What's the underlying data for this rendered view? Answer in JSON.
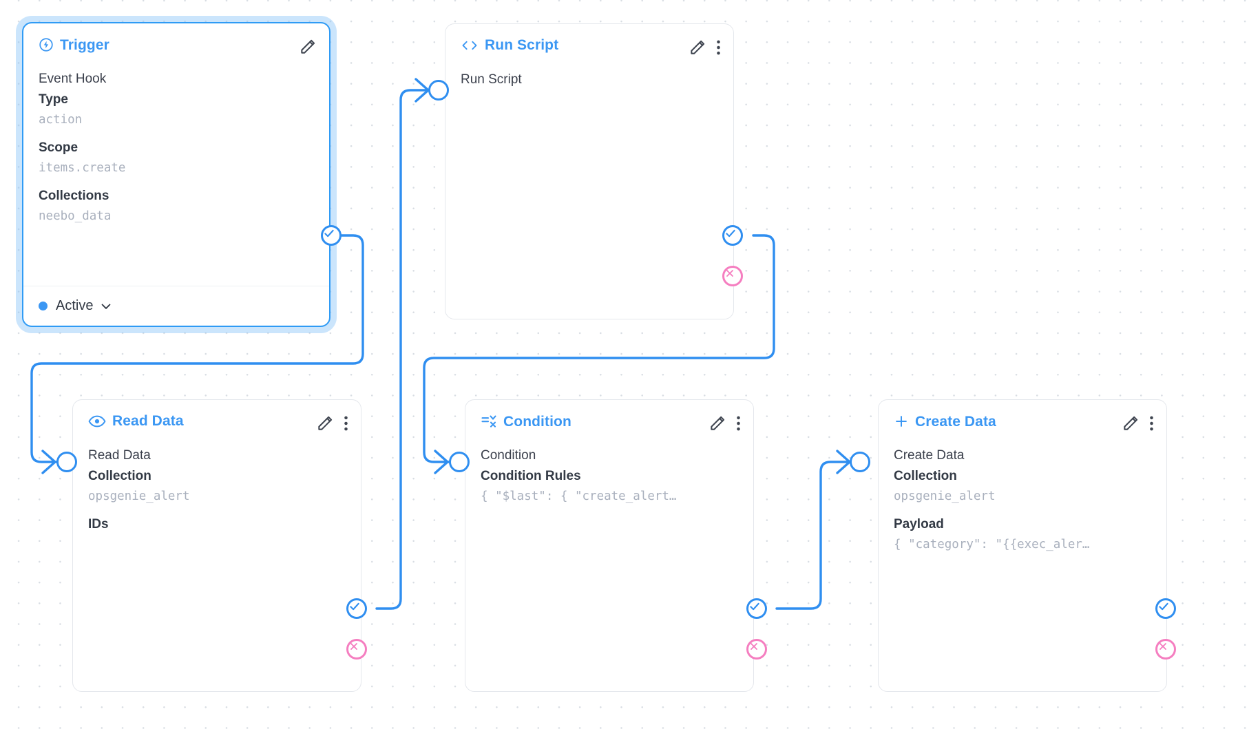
{
  "canvas": {
    "background_color": "#ffffff",
    "grid_dot_color": "#d8dde3",
    "accent_color": "#3b97f3",
    "success_handle_color": "#2f8ef0",
    "error_handle_color": "#f57ec0",
    "edge_color": "#2f8ef0",
    "muted_value_color": "#a9b0bd"
  },
  "nodes": [
    {
      "id": "trigger",
      "icon": "bolt-circle-icon",
      "title": "Trigger",
      "selected": true,
      "row_name": "Event Hook",
      "fields": [
        {
          "label": "Type",
          "value": "action"
        },
        {
          "label": "Scope",
          "value": "items.create"
        },
        {
          "label": "Collections",
          "value": "neebo_data"
        }
      ],
      "footer": {
        "status": "Active",
        "chevron": "chevron-down-icon"
      },
      "actions": [
        "pencil-icon"
      ]
    },
    {
      "id": "run-script",
      "icon": "code-brackets-icon",
      "title": "Run Script",
      "selected": false,
      "row_name": "Run Script",
      "fields": [],
      "actions": [
        "pencil-icon",
        "kebab-menu-icon"
      ]
    },
    {
      "id": "read-data",
      "icon": "eye-icon",
      "title": "Read Data",
      "selected": false,
      "row_name": "Read Data",
      "fields": [
        {
          "label": "Collection",
          "value": "opsgenie_alert"
        },
        {
          "label": "IDs",
          "value": ""
        }
      ],
      "actions": [
        "pencil-icon",
        "kebab-menu-icon"
      ]
    },
    {
      "id": "condition",
      "icon": "filter-condition-icon",
      "title": "Condition",
      "selected": false,
      "row_name": "Condition",
      "fields": [
        {
          "label": "Condition Rules",
          "value": "{ \"$last\": { \"create_alert…"
        }
      ],
      "actions": [
        "pencil-icon",
        "kebab-menu-icon"
      ]
    },
    {
      "id": "create-data",
      "icon": "plus-icon",
      "title": "Create Data",
      "selected": false,
      "row_name": "Create Data",
      "fields": [
        {
          "label": "Collection",
          "value": "opsgenie_alert"
        },
        {
          "label": "Payload",
          "value": "{ \"category\": \"{{exec_aler…"
        }
      ],
      "actions": [
        "pencil-icon",
        "kebab-menu-icon"
      ]
    }
  ]
}
